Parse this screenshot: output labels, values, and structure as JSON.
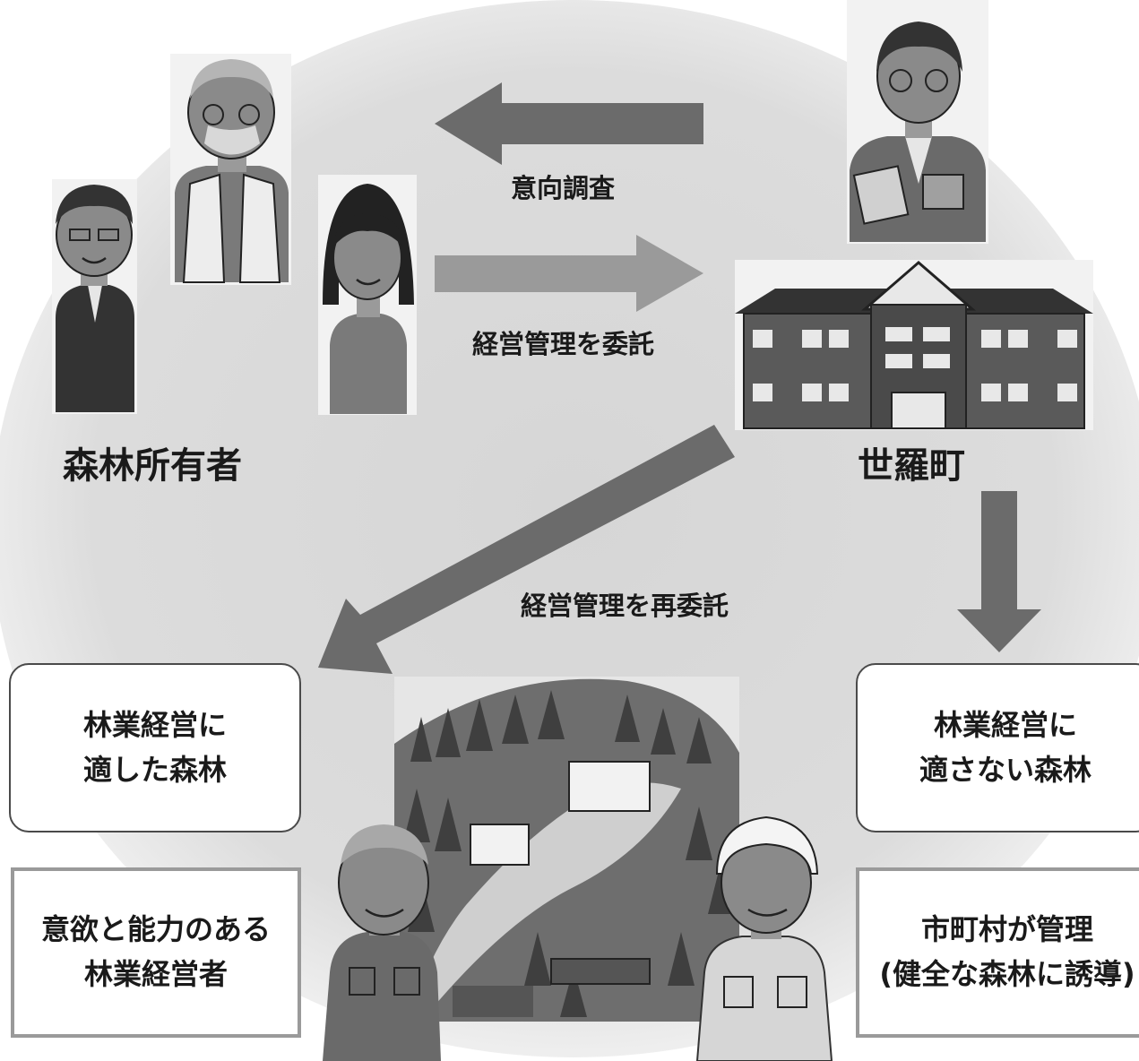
{
  "arrows": {
    "survey_label": "意向調査",
    "entrust_label": "経営管理を委託",
    "reentrust_label": "経営管理を再委託"
  },
  "actors": {
    "owners_label": "森林所有者",
    "town_label": "世羅町"
  },
  "forests": {
    "suitable": {
      "line1": "林業経営に",
      "line2": "適した森林"
    },
    "unsuitable": {
      "line1": "林業経営に",
      "line2": "適さない森林"
    }
  },
  "managers": {
    "motivated": {
      "line1": "意欲と能力のある",
      "line2": "林業経営者"
    },
    "municipality": {
      "line1": "市町村が管理",
      "line2": "(健全な森林に誘導)"
    }
  },
  "colors": {
    "background_disc": "#d9d9d9",
    "arrow_dark": "#6b6b6b",
    "arrow_light": "#9a9a9a",
    "box_border_square": "#9a9a9a",
    "box_border_round": "#4a4a4a"
  }
}
